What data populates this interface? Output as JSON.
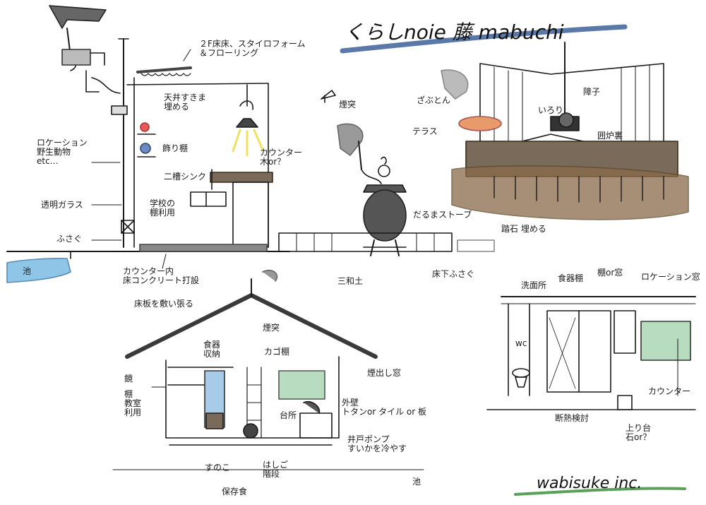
{
  "title": "くらしnoie 藤 mabuchi",
  "brand": "wabisuke inc.",
  "colors": {
    "ink": "#1a1a1a",
    "title_underline": "#5a78a8",
    "brand_underline": "#5aa05a",
    "pond": "#8fc6e8",
    "earth": "#8a6a4a",
    "stove": "#555555",
    "smoke": "#9a9a9a",
    "counter_wood": "#7a6a5a",
    "lamp_glow": "#f2e060",
    "window_glass": "#b8dcc0",
    "orange": "#e89a6a",
    "blue_panel": "#a8cce8"
  },
  "labels": {
    "floor2": "２F床床、スタイロフォーム\n＆フローリング",
    "ceiling": "天井すきま\n埋める",
    "chimney_top": "煙突",
    "location_left": "ロケーション\n野生動物\netc…",
    "decor_shelf": "飾り棚",
    "clear_glass": "透明ガラス",
    "seal": "ふさぐ",
    "counter_top": "カウンター\n木or？",
    "double_sink": "二槽シンク",
    "school_shelf": "学校の\n棚利用",
    "stove": "だるまストーブ",
    "stepping_stone": "踏石 埋める",
    "pond_left": "池",
    "counter_concrete": "カウンター内\n床コンクリート打設",
    "sanwa": "三和土",
    "underfloor": "床下ふさぐ",
    "zabuton": "ざぶとん",
    "terrace": "テラス",
    "irori": "いろり",
    "shoji": "障子",
    "engawa": "囲炉裏",
    "floor_plank": "床板を敷い張る",
    "chimney_mid": "煙突",
    "tableware": "食器\n収納",
    "basket_shelf": "カゴ棚",
    "mirror": "鏡",
    "shelf_bag": "棚\n教室\n利用",
    "smoke_window": "煙出し窓",
    "kitchen": "台所",
    "wall_finish": "外壁\nトタンor タイル or 板",
    "well_pump": "井戸ポンプ\nすいかを冷やす",
    "sunoko": "すのこ",
    "ladder": "はしご\n階段",
    "storage": "保存食",
    "pond_bottom": "池",
    "washbasin": "洗面所",
    "cupboard": "食器棚",
    "shelf_wall": "棚or窓",
    "location_window": "ロケーション窓",
    "wc": "wc",
    "counter_right": "カウンター",
    "insulation": "断熱検討",
    "step_stone": "上り台\n石or？"
  }
}
